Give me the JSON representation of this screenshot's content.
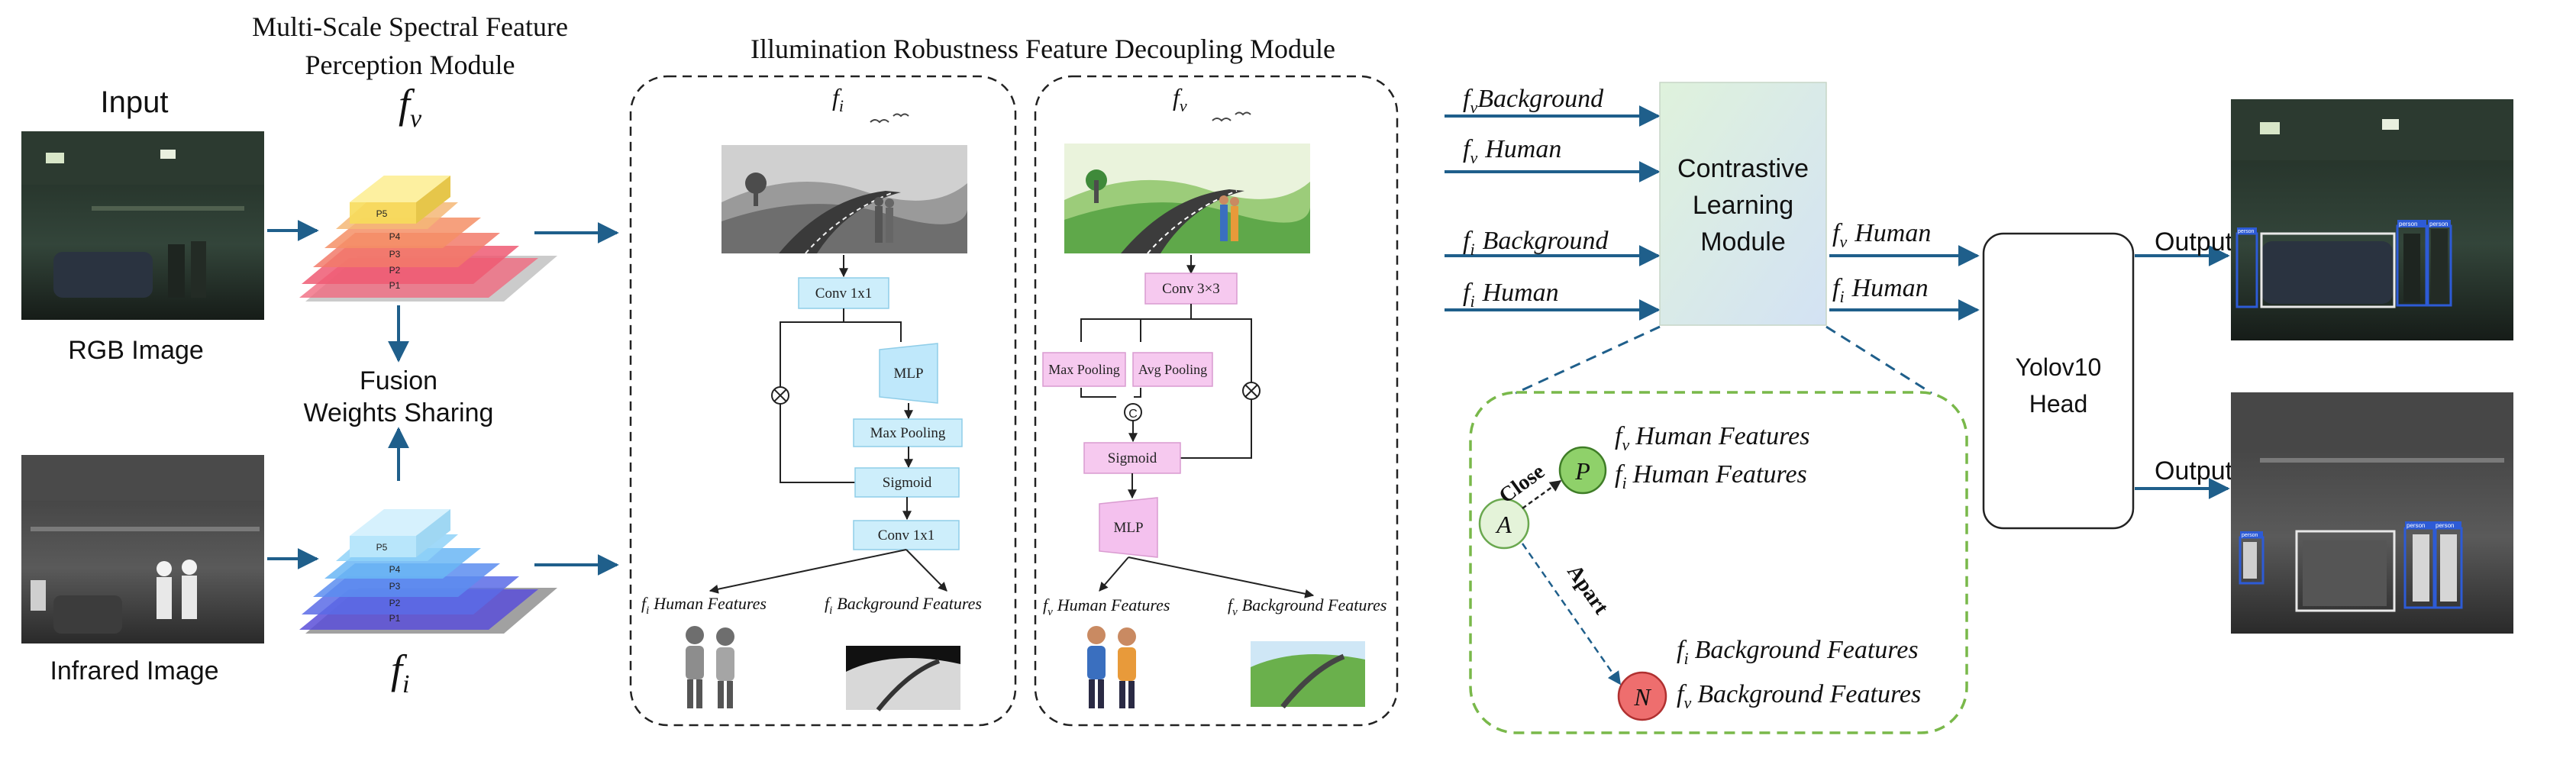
{
  "input": {
    "title": "Input",
    "rgb_caption": "RGB Image",
    "ir_caption": "Infrared Image"
  },
  "msfp": {
    "title_line1": "Multi-Scale Spectral Feature",
    "title_line2": "Perception Module",
    "fv_label": "f",
    "fv_sub": "v",
    "fi_label": "f",
    "fi_sub": "i",
    "levels": [
      "P5",
      "P4",
      "P3",
      "P2",
      "P1"
    ],
    "fusion_line1": "Fusion",
    "fusion_line2": "Weights Sharing"
  },
  "irfd": {
    "title": "Illumination Robustness Feature Decoupling Module",
    "left": {
      "head_f": "f",
      "head_sub": "i",
      "conv_top": "Conv 1x1",
      "mlp": "MLP",
      "max_pool": "Max Pooling",
      "sigmoid": "Sigmoid",
      "conv_bottom": "Conv 1x1",
      "out_human": "Human Features",
      "out_background": "Background Features"
    },
    "right": {
      "head_f": "f",
      "head_sub": "v",
      "conv_top": "Conv 3×3",
      "max_pool": "Max Pooling",
      "avg_pool": "Avg Pooling",
      "concat": "C",
      "sigmoid": "Sigmoid",
      "mlp": "MLP",
      "out_human": "Human Features",
      "out_background": "Background Features"
    }
  },
  "inputs_to_clm": [
    {
      "f": "f",
      "sub": "v",
      "text": "Background"
    },
    {
      "f": "f",
      "sub": "v",
      "text": "Human"
    },
    {
      "f": "f",
      "sub": "i",
      "text": "Background"
    },
    {
      "f": "f",
      "sub": "i",
      "text": "Human"
    }
  ],
  "clm": {
    "line1": "Contrastive",
    "line2": "Learning",
    "line3": "Module"
  },
  "clm_outputs": [
    {
      "f": "f",
      "sub": "v",
      "text": "Human"
    },
    {
      "f": "f",
      "sub": "i",
      "text": "Human"
    }
  ],
  "contrast_panel": {
    "node_p": "P",
    "node_a": "A",
    "node_n": "N",
    "close": "Close",
    "apart": "Apart",
    "p_line1": {
      "f": "f",
      "sub": "v",
      "text": "Human Features"
    },
    "p_line2": {
      "f": "f",
      "sub": "i",
      "text": "Human Features"
    },
    "n_line1": {
      "f": "f",
      "sub": "i",
      "text": "Background Features"
    },
    "n_line2": {
      "f": "f",
      "sub": "v",
      "text": "Background Features"
    }
  },
  "head": {
    "line1": "Yolov10",
    "line2": "Head"
  },
  "outputs": {
    "top_label": "Output",
    "bottom_label": "Output",
    "detection_label": "person"
  },
  "colors": {
    "arrow": "#1f5f8b",
    "clm_fill_top": "#d9efe2",
    "clm_fill_bottom": "#d6e4f3",
    "green_dash": "#79b84a",
    "node_p": "#8fd16a",
    "node_n": "#ee6e6e",
    "node_a": "#e4f3d9",
    "box_blue": "#cdeefb",
    "box_pink": "#f6c9ef",
    "rgb_pyr": "#ef5a73",
    "ir_pyr": "#5b6be6"
  }
}
